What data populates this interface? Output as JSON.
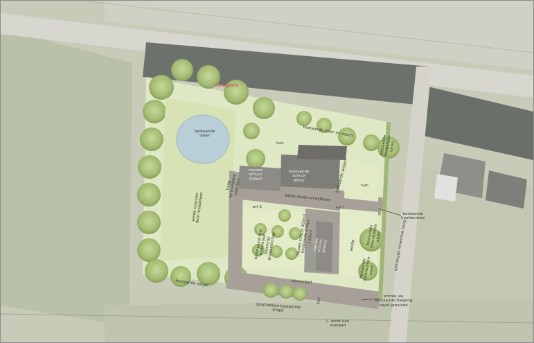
{
  "labels": {
    "kavelgrens": "kavelgrens",
    "bestaande_vijver": "bestaande\nvijver",
    "tuin_top": "tuin",
    "bestaande_elzen": "bestaande elzen en essen",
    "bestaande_knotwilgen": "bestaande\nknotwilgen\nelzen",
    "nieuwe_schuur": "nieuwe\nschuur\n100m2",
    "bestaande_schuur": "bestaande\nschuur\n80m2",
    "haag_rondom": "haag\nop overgang\nnaar tuin",
    "tuin_right": "tuin",
    "bestaande_wilgen": "bestaande wilgen",
    "erf2": "erf 2",
    "erf1": "erf 1",
    "asfalt": "asfalt deels verwijderen",
    "weide_left": "weide voorzien\ndoor meadelwer",
    "boomgaard": "boomgaard met\nonderhoud\nbloemrijk\ngraslandschap",
    "schuur_nieuw": "nieuwe schuur 300m2\nbestaande schuur\n150m2",
    "nieuwe_schuur_mid": "nieuwe\nschuur\n300m2",
    "weide_right": "weide",
    "bestaande_notenbomen": "bestaande\nnotenbomen\nelzen",
    "groen_bijzet": "bestaande\nnotenbomen\nelzen",
    "bestaande_hoofdentree": "bestaande\nhoofdentree",
    "klinkerpad": "klinkerpad",
    "bestaande_singel": "bestaande singel",
    "doortrekken_singel": "doortrekken bestaande\nsingel",
    "entree": "entree via\nbestaande toegang\nkavel grasland",
    "recht_van_overpad": "L. recht van\noverpad",
    "groene_haag": "gemengde inheemse haag",
    "kuil": "kuil"
  },
  "colors": {
    "plot_boundary": "#d9354a",
    "tree_green": "#a9c07a",
    "lawn": "#dfe8c4",
    "pond": "#b9cfd8",
    "roof": "#8d8b86",
    "paving": "#a7a098",
    "water": "#6b6f6a"
  }
}
